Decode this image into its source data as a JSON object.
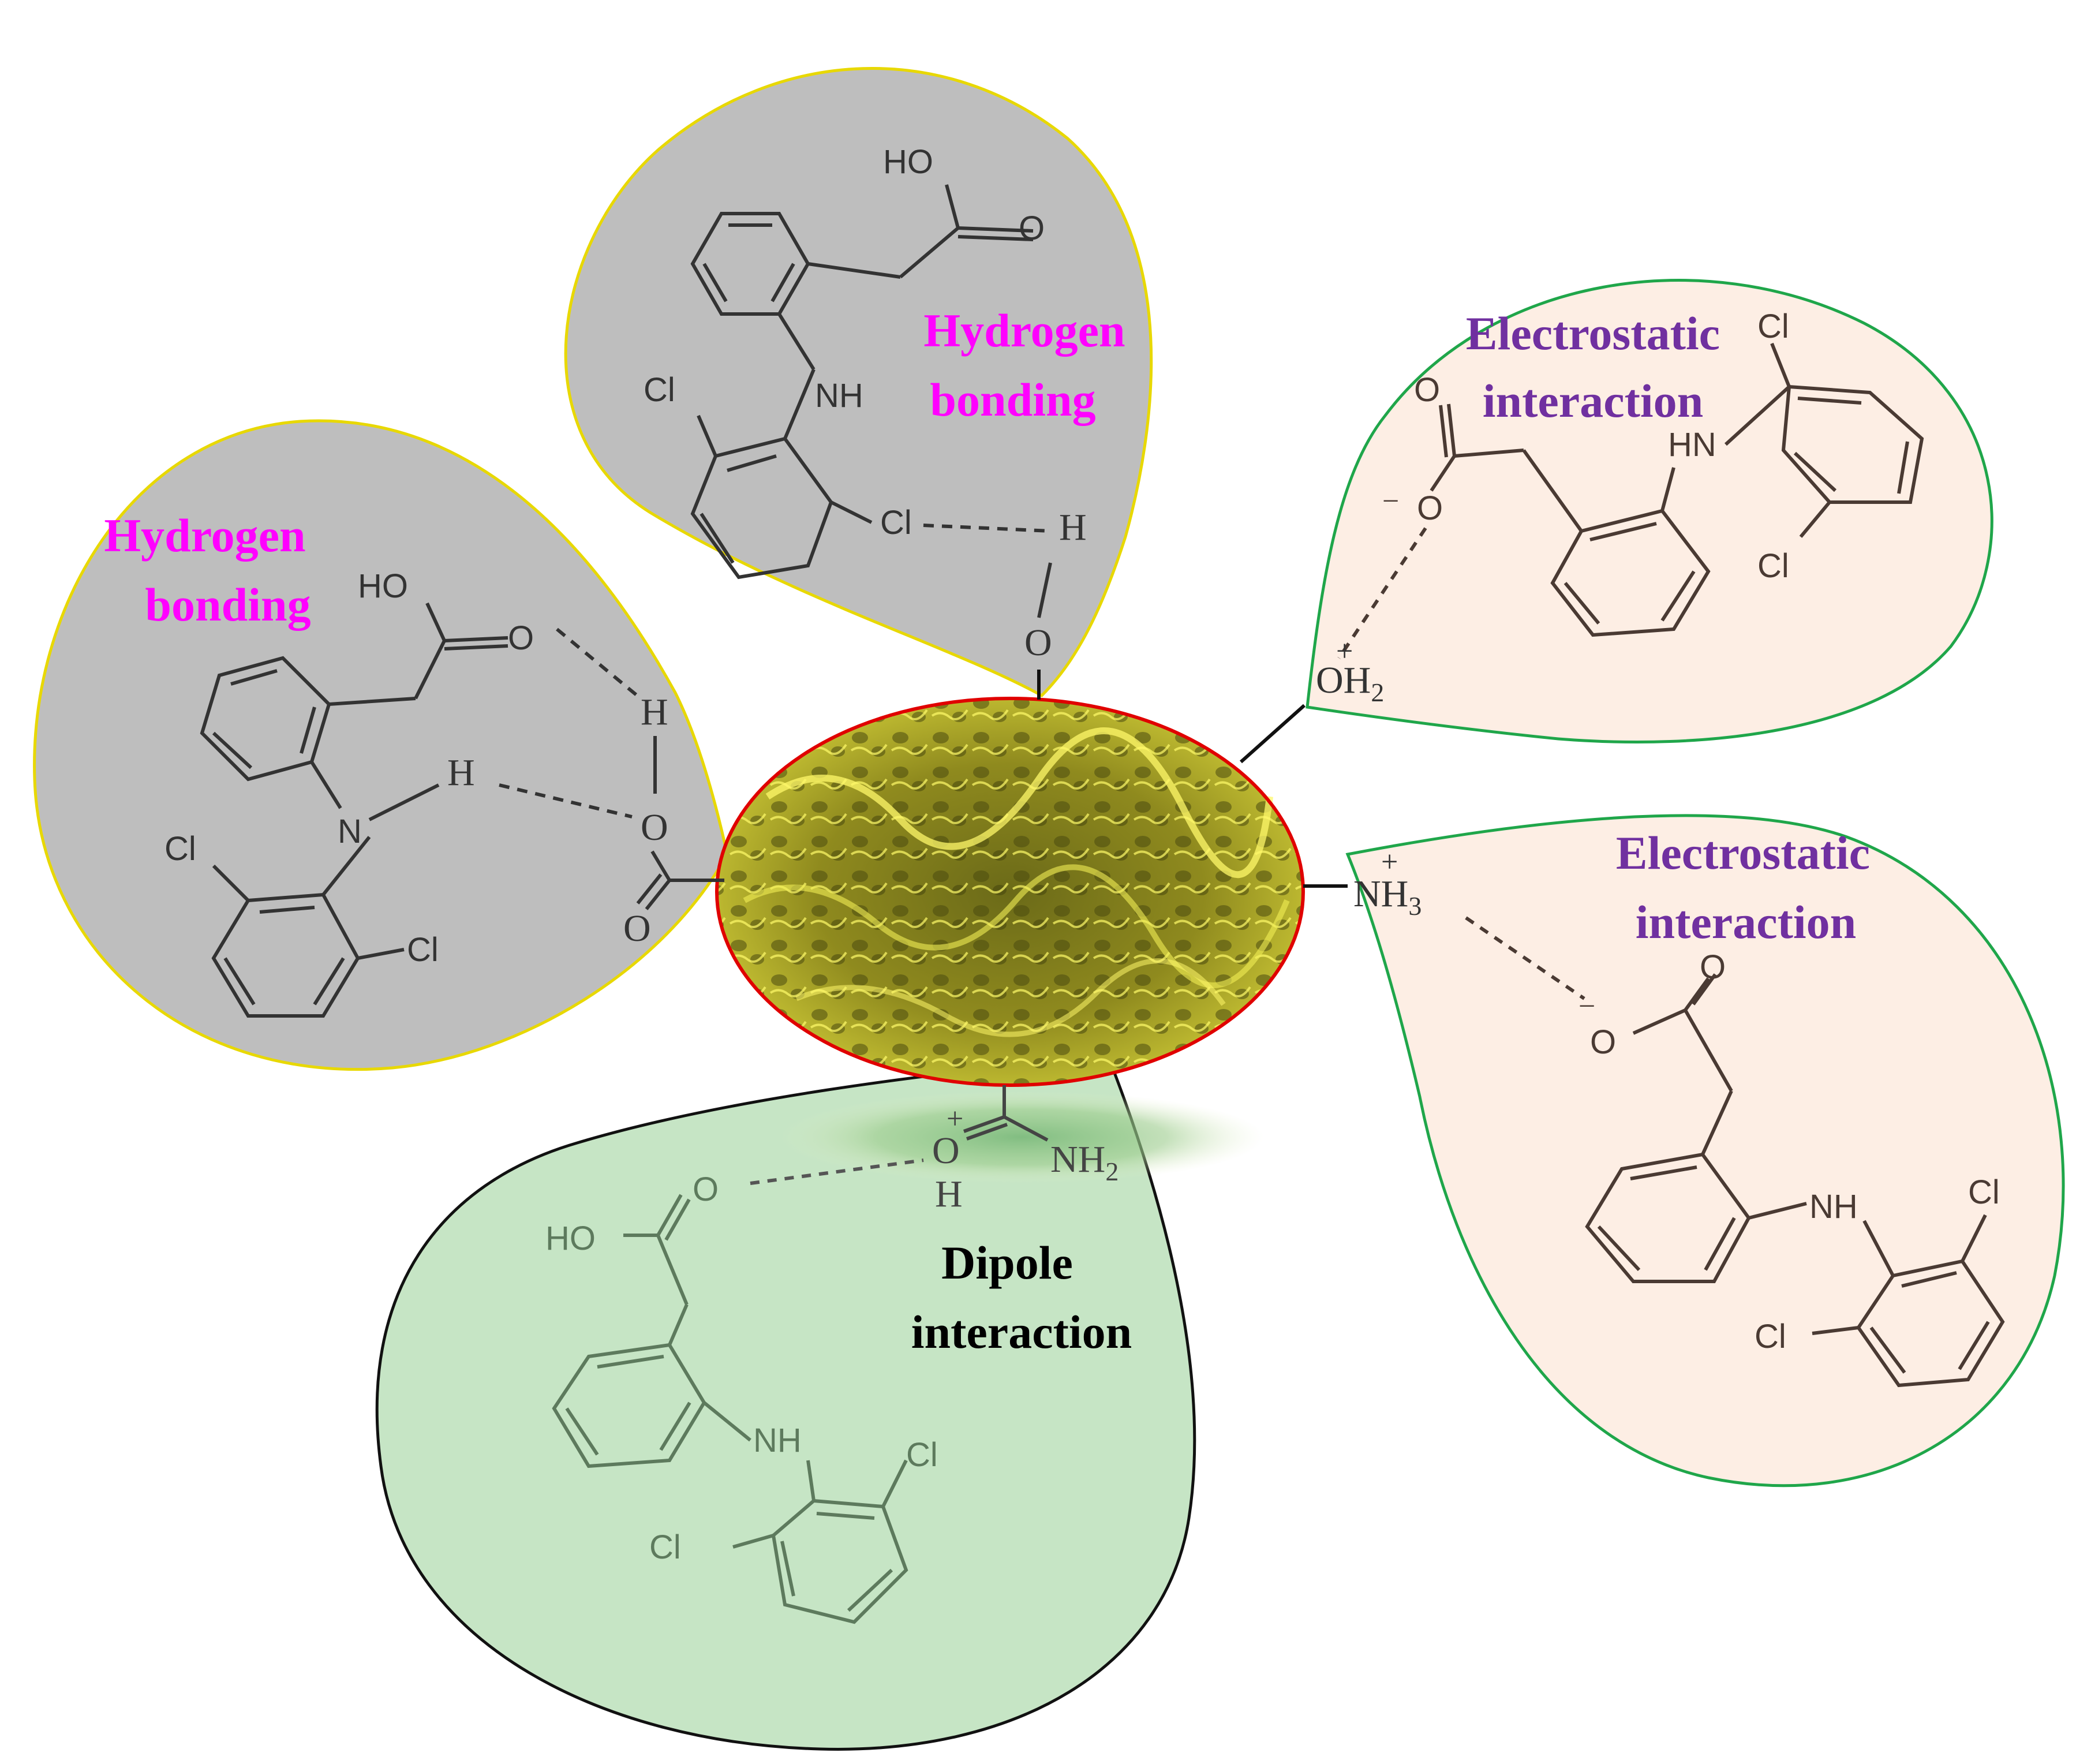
{
  "labels": {
    "hbond_left": [
      "Hydrogen",
      "bonding"
    ],
    "hbond_top": [
      "Hydrogen",
      "bonding"
    ],
    "electro_upper": [
      "Electrostatic",
      "interaction"
    ],
    "electro_lower": [
      "Electrostatic",
      "interaction"
    ],
    "dipole": [
      "Dipole",
      "interaction"
    ]
  },
  "atoms": {
    "HO": "HO",
    "O": "O",
    "NH": "NH",
    "HN": "HN",
    "N": "N",
    "Cl": "Cl",
    "H": "H",
    "minus": "−",
    "plus": "+"
  },
  "surface_groups": {
    "OH": "OH",
    "sub2": "2",
    "NH": "NH",
    "sub3": "3",
    "NH_amide": "NH"
  },
  "colors": {
    "hbond_label": "#ff00ff",
    "electro_label": "#7030a0",
    "dipole_label": "#000000",
    "grey_petal": "#bebebe",
    "peach_petal": "#fdeee4",
    "green_petal": "#c6e5c5",
    "yellow_border": "#e8d800",
    "green_border": "#1fa64a",
    "center_border": "#e00000"
  }
}
